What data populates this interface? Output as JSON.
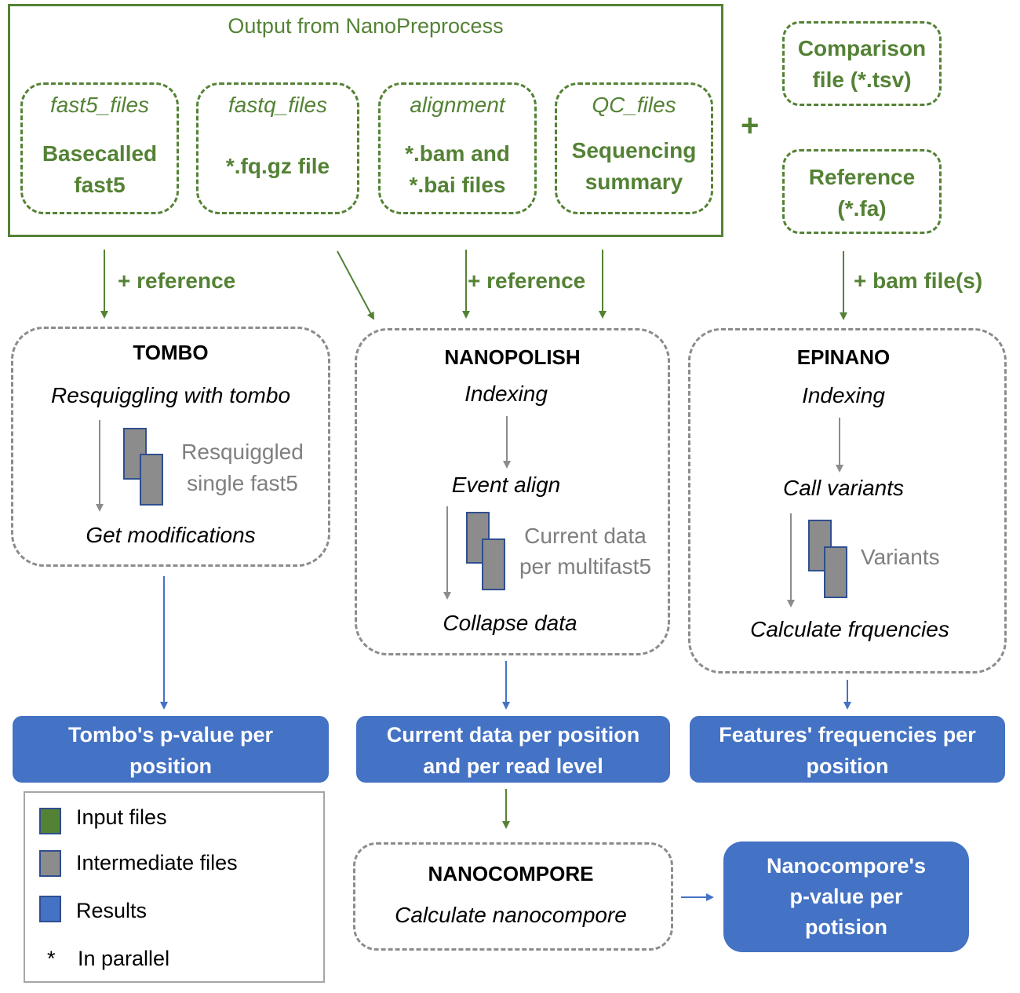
{
  "input_group": {
    "title": "Output from NanoPreprocess",
    "folders": [
      {
        "name": "fast5_files",
        "content_line1": "Basecalled",
        "content_line2": "fast5"
      },
      {
        "name": "fastq_files",
        "content_line1": "*.fq.gz file",
        "content_line2": ""
      },
      {
        "name": "alignment",
        "content_line1": "*.bam and",
        "content_line2": "*.bai files"
      },
      {
        "name": "QC_files",
        "content_line1": "Sequencing",
        "content_line2": "summary"
      }
    ]
  },
  "extra_inputs": {
    "plus": "+",
    "comparison_line1": "Comparison",
    "comparison_line2": "file (*.tsv)",
    "reference_line1": "Reference",
    "reference_line2": "(*.fa)"
  },
  "edge_labels": {
    "tombo": "+ reference",
    "nanopolish": "+ reference",
    "epinano": "+ bam file(s)"
  },
  "tools": {
    "tombo": {
      "title": "TOMBO",
      "step1": "Resquiggling with tombo",
      "intermediate_line1": "Resquiggled",
      "intermediate_line2": "single fast5",
      "step2": "Get modifications"
    },
    "nanopolish": {
      "title": "NANOPOLISH",
      "step1": "Indexing",
      "step2": "Event align",
      "intermediate_line1": "Current data",
      "intermediate_line2": "per multifast5",
      "step3": "Collapse data"
    },
    "epinano": {
      "title": "EPINANO",
      "step1": "Indexing",
      "step2": "Call variants",
      "intermediate_line1": "Variants",
      "step3": "Calculate frquencies"
    },
    "nanocompore": {
      "title": "NANOCOMPORE",
      "step1": "Calculate nanocompore"
    }
  },
  "results": {
    "tombo_line1": "Tombo's p-value per",
    "tombo_line2": "position",
    "nanopolish_line1": "Current data per position",
    "nanopolish_line2": "and per read level",
    "epinano_line1": "Features' frequencies per",
    "epinano_line2": "position",
    "nanocompore_line1": "Nanocompore's",
    "nanocompore_line2": "p-value per",
    "nanocompore_line3": "potision"
  },
  "legend": {
    "items": [
      {
        "label": "Input files",
        "color": "#548235"
      },
      {
        "label": "Intermediate files",
        "color": "#8c8c8c"
      },
      {
        "label": "Results",
        "color": "#4472c4"
      }
    ],
    "parallel_symbol": "*",
    "parallel_label": "In parallel"
  },
  "colors": {
    "input": "#548235",
    "intermediate": "#8c8c8c",
    "result": "#4472c4"
  }
}
